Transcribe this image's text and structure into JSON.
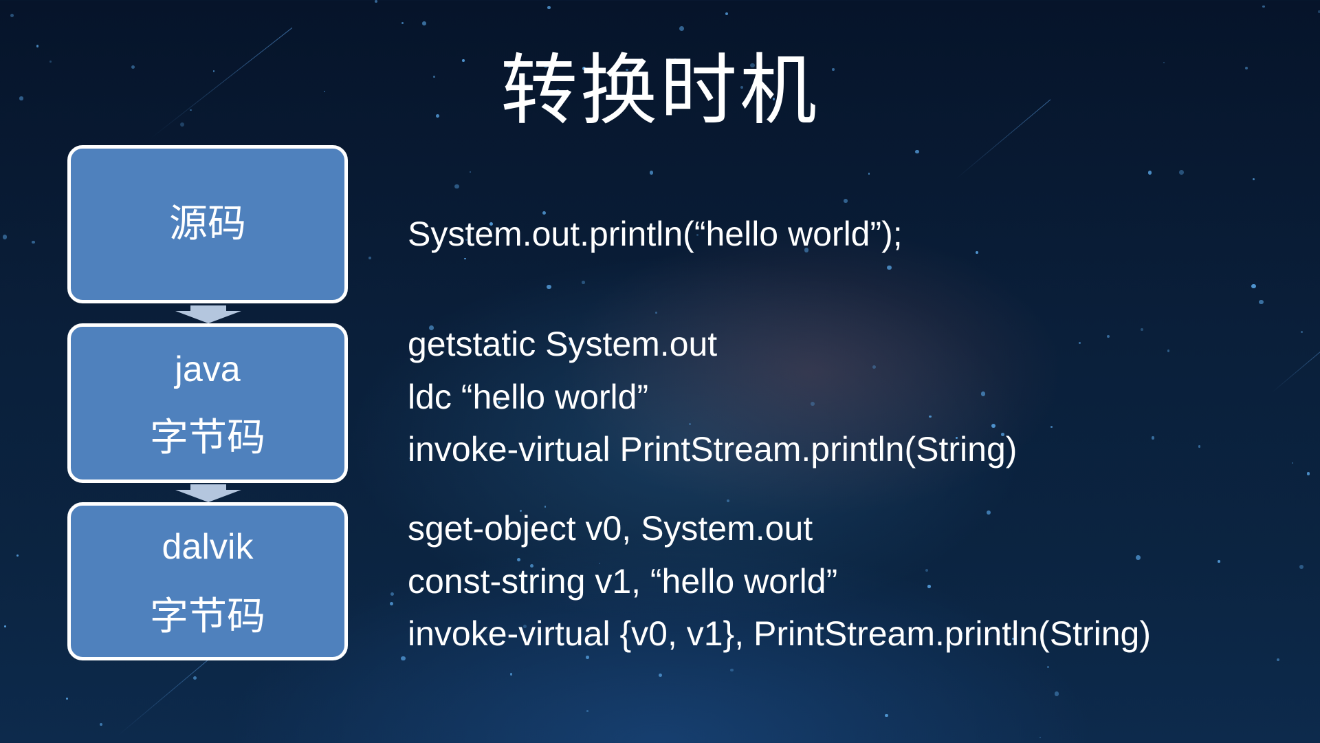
{
  "slide": {
    "title": "转换时机",
    "stages": [
      {
        "lines": [
          "源码"
        ]
      },
      {
        "lines": [
          "java",
          "字节码"
        ]
      },
      {
        "lines": [
          "dalvik",
          "字节码"
        ]
      }
    ],
    "code_blocks": [
      {
        "lines": [
          "System.out.println(“hello world”);"
        ]
      },
      {
        "lines": [
          "getstatic System.out",
          "ldc “hello world”",
          "invoke-virtual PrintStream.println(String)"
        ]
      },
      {
        "lines": [
          "sget-object v0, System.out",
          "const-string v1, “hello world”",
          "invoke-virtual {v0, v1}, PrintStream.println(String)"
        ]
      }
    ]
  },
  "colors": {
    "box_fill": "#4f81bd",
    "box_border": "#ffffff",
    "arrow": "#b4c6de",
    "background": "#0a1f3a"
  }
}
